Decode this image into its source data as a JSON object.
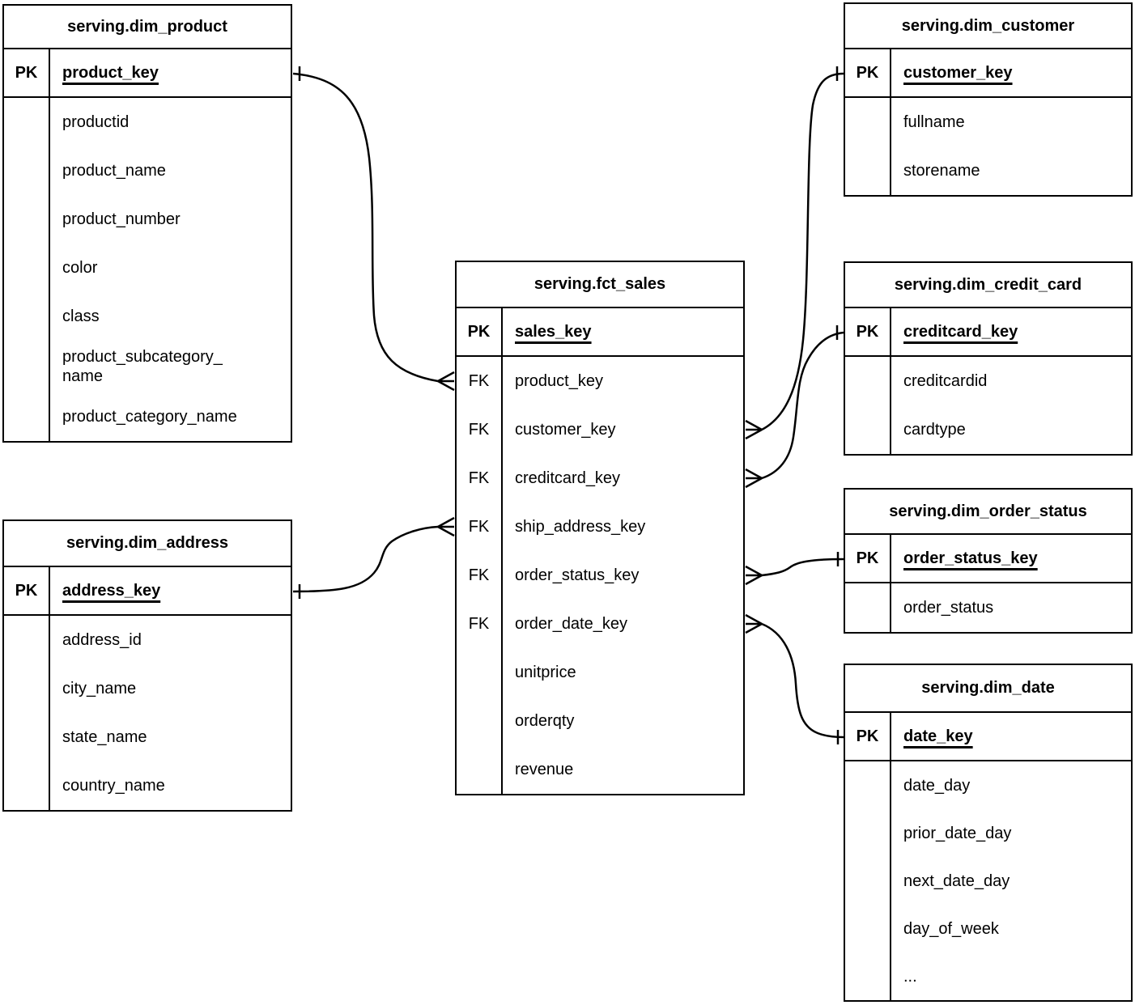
{
  "colors": {
    "line": "#000000",
    "text": "#000000",
    "background": "#ffffff"
  },
  "diagram": {
    "entities": [
      {
        "id": "dim-product",
        "title": "serving.dim_product",
        "pk": {
          "tag": "PK",
          "name": "product_key"
        },
        "rows": [
          {
            "tag": "",
            "text": "productid"
          },
          {
            "tag": "",
            "text": "product_name"
          },
          {
            "tag": "",
            "text": "product_number"
          },
          {
            "tag": "",
            "text": "color"
          },
          {
            "tag": "",
            "text": "class"
          },
          {
            "tag": "",
            "text": "product_subcategory_\nname",
            "tall": true
          },
          {
            "tag": "",
            "text": "product_category_name"
          }
        ]
      },
      {
        "id": "dim-customer",
        "title": "serving.dim_customer",
        "pk": {
          "tag": "PK",
          "name": "customer_key"
        },
        "rows": [
          {
            "tag": "",
            "text": "fullname"
          },
          {
            "tag": "",
            "text": "storename"
          }
        ]
      },
      {
        "id": "fct-sales",
        "title": "serving.fct_sales",
        "pk": {
          "tag": "PK",
          "name": "sales_key"
        },
        "rows": [
          {
            "tag": "FK",
            "text": "product_key"
          },
          {
            "tag": "FK",
            "text": "customer_key"
          },
          {
            "tag": "FK",
            "text": "creditcard_key"
          },
          {
            "tag": "FK",
            "text": "ship_address_key"
          },
          {
            "tag": "FK",
            "text": "order_status_key"
          },
          {
            "tag": "FK",
            "text": "order_date_key"
          },
          {
            "tag": "",
            "text": "unitprice"
          },
          {
            "tag": "",
            "text": "orderqty"
          },
          {
            "tag": "",
            "text": "revenue"
          }
        ]
      },
      {
        "id": "dim-credit-card",
        "title": "serving.dim_credit_card",
        "pk": {
          "tag": "PK",
          "name": "creditcard_key"
        },
        "rows": [
          {
            "tag": "",
            "text": "creditcardid"
          },
          {
            "tag": "",
            "text": "cardtype"
          }
        ]
      },
      {
        "id": "dim-order-status",
        "title": "serving.dim_order_status",
        "pk": {
          "tag": "PK",
          "name": "order_status_key"
        },
        "rows": [
          {
            "tag": "",
            "text": "order_status"
          }
        ]
      },
      {
        "id": "dim-date",
        "title": "serving.dim_date",
        "pk": {
          "tag": "PK",
          "name": "date_key"
        },
        "rows": [
          {
            "tag": "",
            "text": "date_day"
          },
          {
            "tag": "",
            "text": "prior_date_day"
          },
          {
            "tag": "",
            "text": "next_date_day"
          },
          {
            "tag": "",
            "text": "day_of_week"
          },
          {
            "tag": "",
            "text": "..."
          }
        ]
      },
      {
        "id": "dim-address",
        "title": "serving.dim_address",
        "pk": {
          "tag": "PK",
          "name": "address_key"
        },
        "rows": [
          {
            "tag": "",
            "text": "address_id"
          },
          {
            "tag": "",
            "text": "city_name"
          },
          {
            "tag": "",
            "text": "state_name"
          },
          {
            "tag": "",
            "text": "country_name"
          }
        ]
      }
    ],
    "relationships": [
      {
        "one_side": "serving.dim_product.product_key",
        "many_side": "serving.fct_sales.product_key"
      },
      {
        "one_side": "serving.dim_address.address_key",
        "many_side": "serving.fct_sales.ship_address_key"
      },
      {
        "one_side": "serving.dim_customer.customer_key",
        "many_side": "serving.fct_sales.customer_key"
      },
      {
        "one_side": "serving.dim_credit_card.creditcard_key",
        "many_side": "serving.fct_sales.creditcard_key"
      },
      {
        "one_side": "serving.dim_order_status.order_status_key",
        "many_side": "serving.fct_sales.order_status_key"
      },
      {
        "one_side": "serving.dim_date.date_key",
        "many_side": "serving.fct_sales.order_date_key"
      }
    ]
  }
}
